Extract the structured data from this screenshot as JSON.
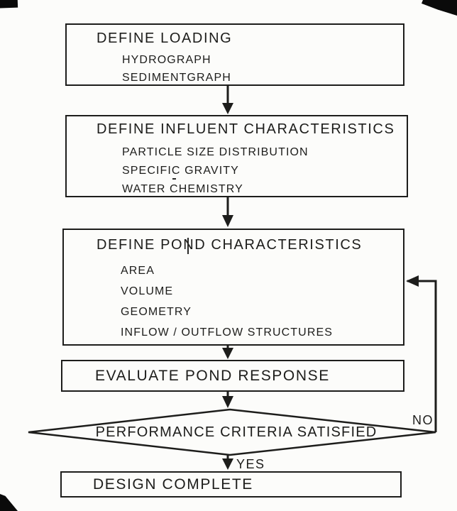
{
  "document": {
    "type": "flowchart",
    "ink_color": "#1d1d1b",
    "paper_color": "#fcfcfa"
  },
  "flowchart": {
    "steps": [
      {
        "title": "DEFINE LOADING",
        "items": [
          "HYDROGRAPH",
          "SEDIMENTGRAPH"
        ]
      },
      {
        "title": "DEFINE INFLUENT CHARACTERISTICS",
        "items": [
          "PARTICLE SIZE DISTRIBUTION",
          "SPECIFIC GRAVITY",
          "WATER CHEMISTRY"
        ]
      },
      {
        "title": "DEFINE POND CHARACTERISTICS",
        "items": [
          "AREA",
          "VOLUME",
          "GEOMETRY",
          "INFLOW / OUTFLOW STRUCTURES"
        ]
      },
      {
        "title": "EVALUATE POND RESPONSE",
        "items": []
      },
      {
        "title": "DESIGN COMPLETE",
        "items": []
      }
    ],
    "decision": {
      "label": "PERFORMANCE CRITERIA SATISFIED",
      "yes_label": "YES",
      "no_label": "NO"
    }
  }
}
